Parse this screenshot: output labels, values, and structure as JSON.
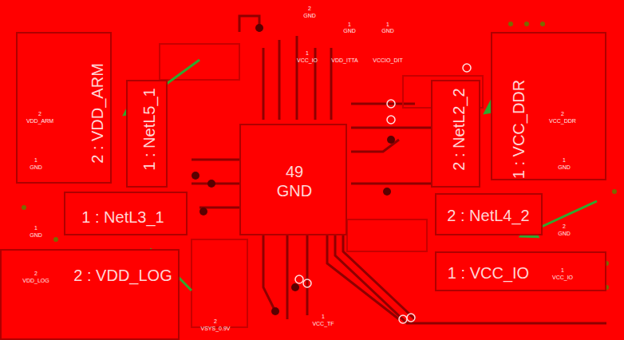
{
  "diagram": {
    "nodes": [
      {
        "text": [
          "2 : VDD_ARM"
        ]
      },
      {
        "text": [
          "1 : NetL5_1"
        ]
      },
      {
        "text": [
          "49",
          "GND"
        ]
      },
      {
        "text": [
          "2 : NetL2_2"
        ]
      },
      {
        "text": [
          "1 : VCC_DDR"
        ]
      },
      {
        "text": [
          "1 : NetL3_1"
        ]
      },
      {
        "text": [
          "2 : NetL4_2"
        ]
      },
      {
        "text": [
          "2 : VDD_LOG"
        ]
      },
      {
        "text": [
          "1 : VCC_IO"
        ]
      }
    ],
    "labels": [
      "2",
      "GND",
      "1",
      "GND",
      "1",
      "GND",
      "1",
      "VCC_IO",
      "VDD_ITTA",
      "VCCIO_DIT",
      "2",
      "VDD_ARM",
      "1",
      "GND",
      "2",
      "VCC_DDR",
      "1",
      "GND",
      "1",
      "GND",
      "2",
      "GND",
      "2",
      "VDD_LOG",
      "1",
      "VCC_IO",
      "2",
      "VSYS_0.9V",
      "1",
      "VCC_TF"
    ]
  }
}
